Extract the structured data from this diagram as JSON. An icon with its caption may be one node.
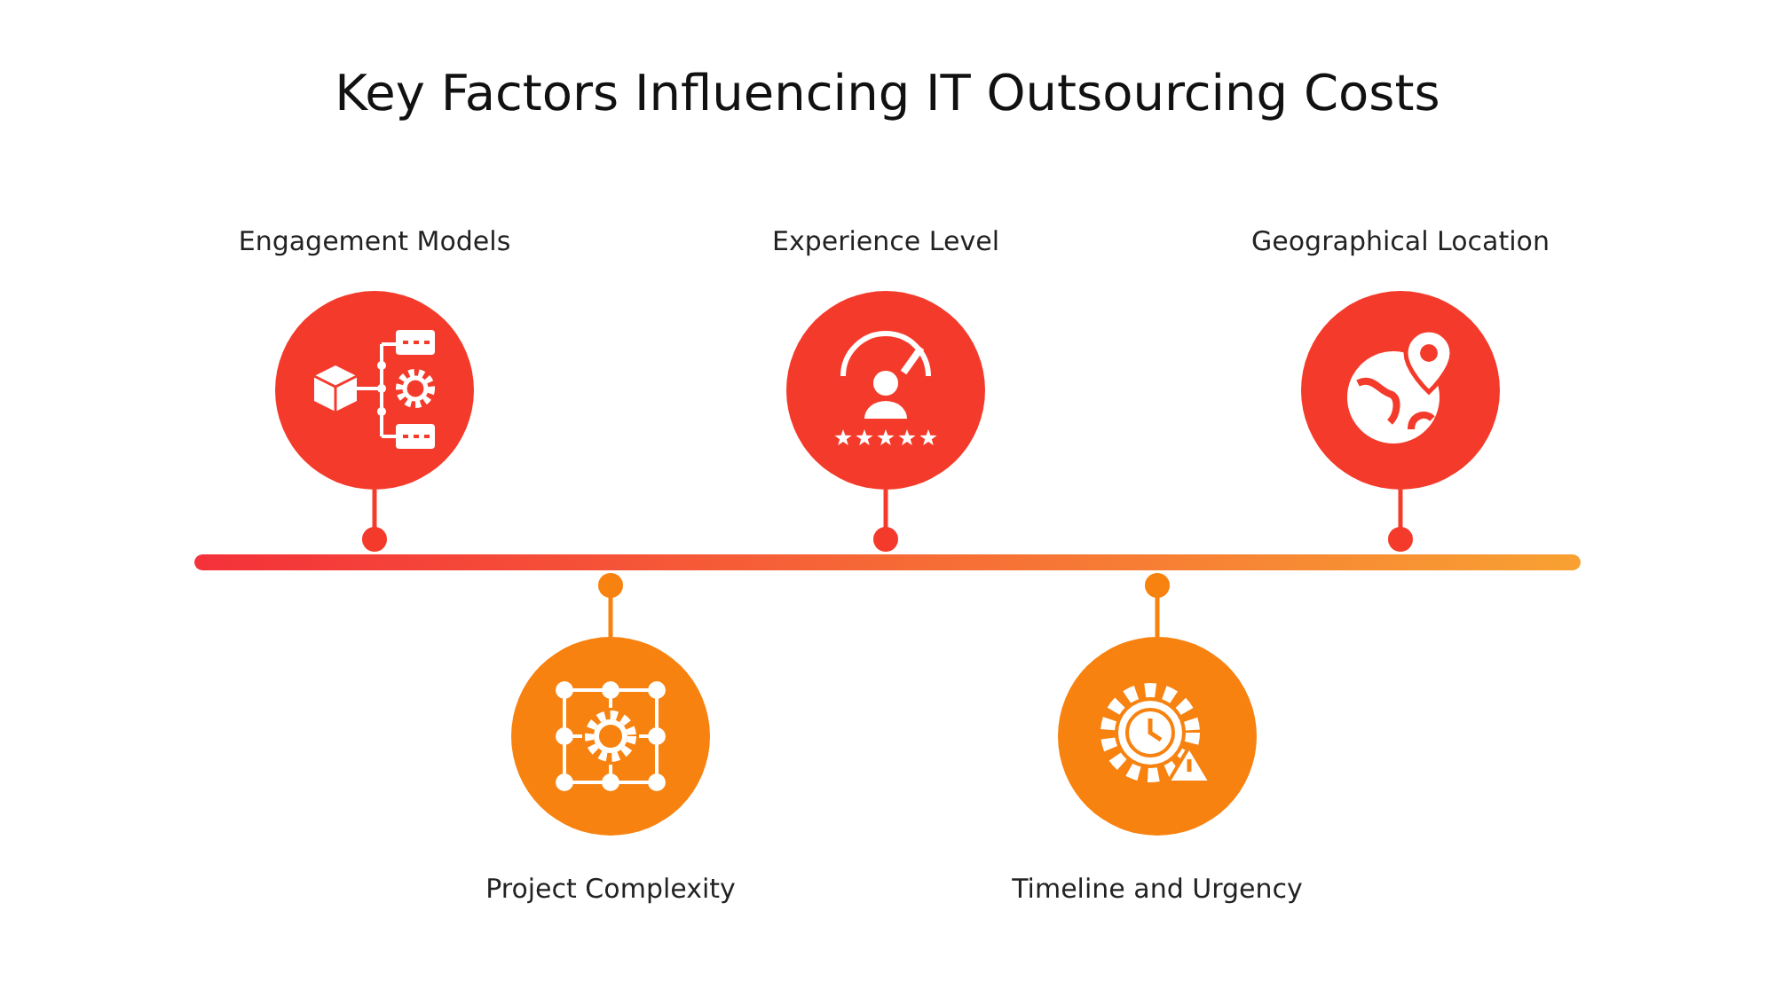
{
  "diagram": {
    "title": "Key Factors Influencing IT Outsourcing Costs",
    "nodes": [
      {
        "text": [
          "Engagement Models"
        ]
      },
      {
        "text": [
          "Project Complexity"
        ]
      },
      {
        "text": [
          "Experience Level"
        ]
      },
      {
        "text": [
          "Timeline and Urgency"
        ]
      },
      {
        "text": [
          "Geographical Location"
        ]
      }
    ]
  }
}
